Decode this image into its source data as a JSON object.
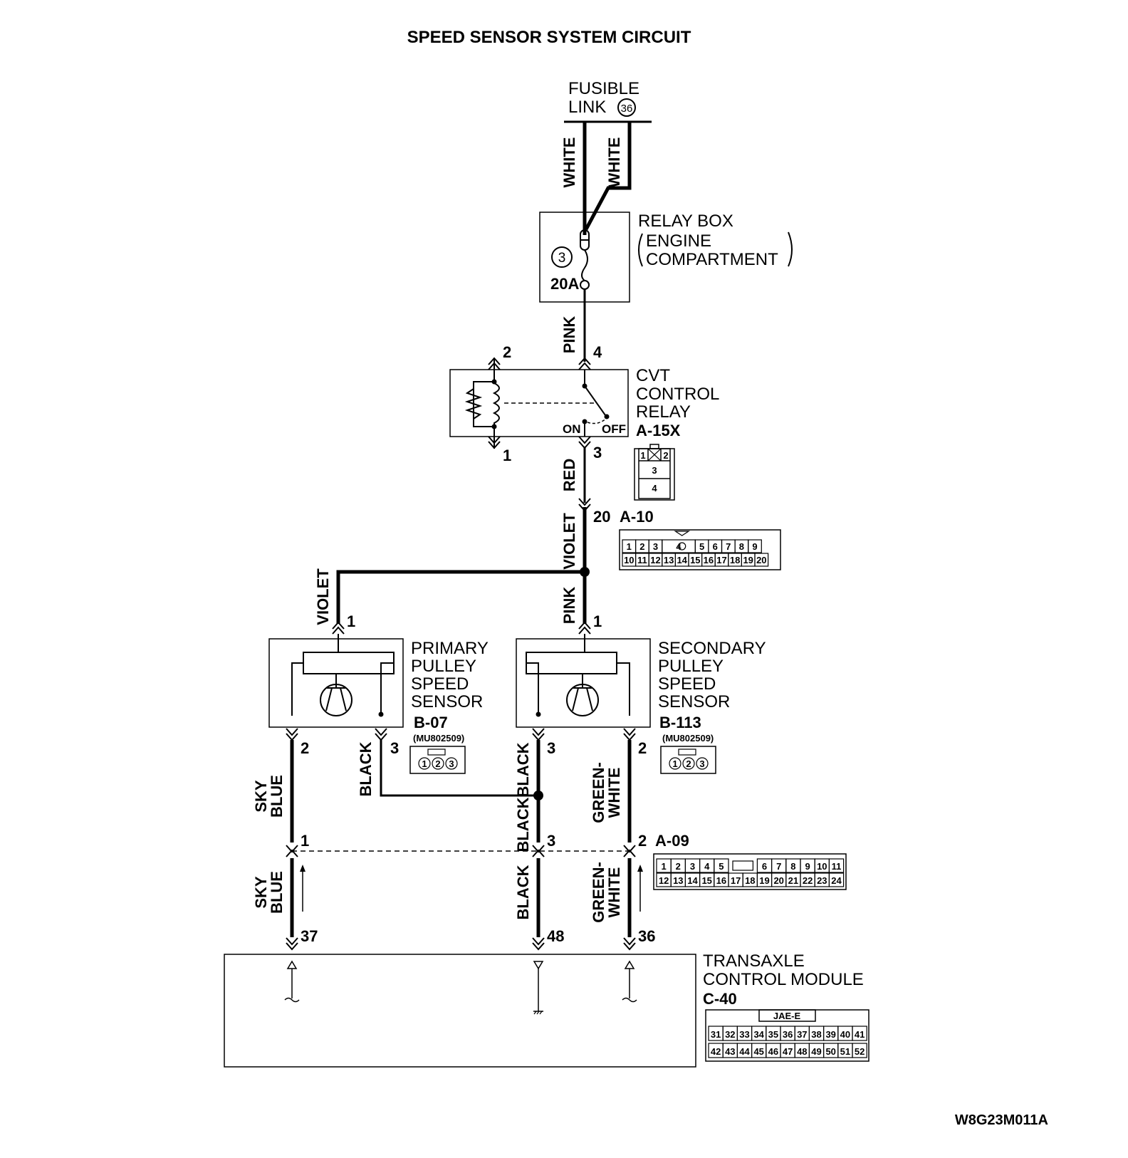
{
  "title": "SPEED SENSOR SYSTEM CIRCUIT",
  "figure_id": "W8G23M011A",
  "fusible_link": {
    "line1": "FUSIBLE",
    "line2": "LINK",
    "number": "36"
  },
  "relay_box": {
    "line1": "RELAY BOX",
    "line2": "ENGINE",
    "line3": "COMPARTMENT",
    "fuse_number": "3",
    "fuse_rating": "20A"
  },
  "cvt_relay": {
    "line1": "CVT",
    "line2": "CONTROL",
    "line3": "RELAY",
    "connector": "A-15X",
    "pin_1": "1",
    "pin_2": "2",
    "pin_3": "3",
    "pin_4": "4",
    "on": "ON",
    "off": "OFF",
    "conn_pins": [
      "1",
      "2",
      "3",
      "4"
    ]
  },
  "connector_a10": {
    "code": "A-10",
    "pin": "20",
    "row1": [
      "1",
      "2",
      "3",
      "4",
      "5",
      "6",
      "7",
      "8",
      "9"
    ],
    "row2": [
      "10",
      "11",
      "12",
      "13",
      "14",
      "15",
      "16",
      "17",
      "18",
      "19",
      "20"
    ]
  },
  "primary_sensor": {
    "line1": "PRIMARY",
    "line2": "PULLEY",
    "line3": "SPEED",
    "line4": "SENSOR",
    "connector": "B-07",
    "part": "(MU802509)",
    "pin_1": "1",
    "pin_2": "2",
    "pin_3": "3"
  },
  "secondary_sensor": {
    "line1": "SECONDARY",
    "line2": "PULLEY",
    "line3": "SPEED",
    "line4": "SENSOR",
    "connector": "B-113",
    "part": "(MU802509)",
    "pin_1": "1",
    "pin_2": "2",
    "pin_3": "3"
  },
  "sensor_conn_pins": [
    "1",
    "2",
    "3"
  ],
  "connector_a09": {
    "code": "A-09",
    "pin_1": "1",
    "pin_2": "2",
    "pin_3": "3",
    "row1": [
      "1",
      "2",
      "3",
      "4",
      "5",
      "6",
      "7",
      "8",
      "9",
      "10",
      "11"
    ],
    "row2": [
      "12",
      "13",
      "14",
      "15",
      "16",
      "17",
      "18",
      "19",
      "20",
      "21",
      "22",
      "23",
      "24"
    ]
  },
  "tcm": {
    "line1": "TRANSAXLE",
    "line2": "CONTROL MODULE",
    "connector": "C-40",
    "header": "JAE-E",
    "pin_37": "37",
    "pin_48": "48",
    "pin_36": "36",
    "row1": [
      "31",
      "32",
      "33",
      "34",
      "35",
      "36",
      "37",
      "38",
      "39",
      "40",
      "41"
    ],
    "row2": [
      "42",
      "43",
      "44",
      "45",
      "46",
      "47",
      "48",
      "49",
      "50",
      "51",
      "52"
    ]
  },
  "wires": {
    "white": "WHITE",
    "pink": "PINK",
    "red": "RED",
    "violet": "VIOLET",
    "black": "BLACK",
    "sky": "SKY",
    "blue": "BLUE",
    "green": "GREEN-",
    "white2": "WHITE"
  }
}
